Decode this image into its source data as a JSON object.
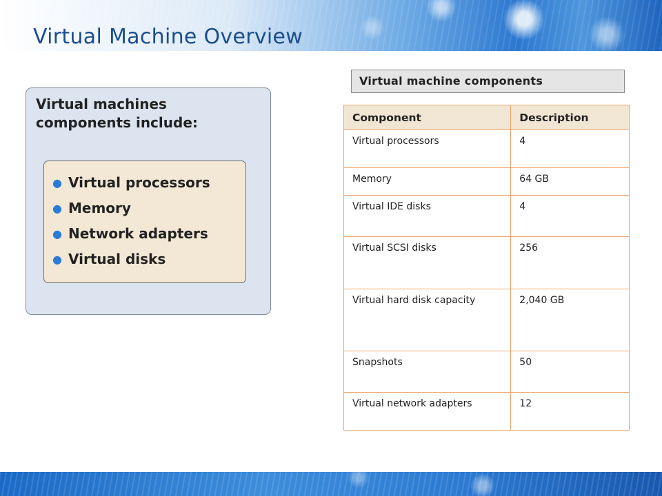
{
  "slide": {
    "title": "Virtual Machine Overview"
  },
  "panel": {
    "heading": "Virtual machines components include:",
    "bullets": [
      "Virtual processors",
      "Memory",
      "Network adapters",
      "Virtual disks"
    ]
  },
  "table_label": "Virtual machine components",
  "table": {
    "headers": [
      "Component",
      "Description"
    ],
    "rows": [
      [
        "Virtual processors",
        "4"
      ],
      [
        "Memory",
        "64 GB"
      ],
      [
        "Virtual IDE disks",
        "4"
      ],
      [
        "Virtual SCSI disks",
        "256"
      ],
      [
        "Virtual hard disk capacity",
        "2,040 GB"
      ],
      [
        "Snapshots",
        "50"
      ],
      [
        "Virtual network adapters",
        "12"
      ]
    ]
  },
  "colors": {
    "title": "#1b4e8c",
    "bullet": "#2a7bd8",
    "outer_panel": "#dce4ef",
    "inner_panel": "#f2e8d5",
    "table_border": "#f0a36a",
    "table_header": "#f1e6d3"
  }
}
